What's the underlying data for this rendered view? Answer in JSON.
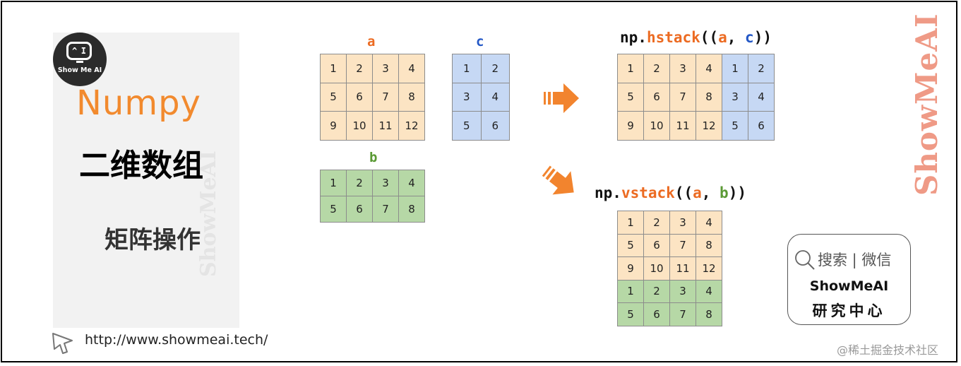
{
  "brand": {
    "logo_text": "Show Me AI",
    "logo_face": {
      "left": "^",
      "right": "I"
    },
    "title": "Numpy",
    "subtitle": "二维数组",
    "topic": "矩阵操作",
    "panel_watermark": "ShowMeAI",
    "url": "http://www.showmeai.tech/"
  },
  "colors": {
    "orange": "#fce4c3",
    "blue": "#c6d8f4",
    "green": "#b6d8a6",
    "accent": "#f28a2e"
  },
  "matrices": {
    "a": {
      "label": "a",
      "color": "o",
      "rows": [
        [
          "1",
          "2",
          "3",
          "4"
        ],
        [
          "5",
          "6",
          "7",
          "8"
        ],
        [
          "9",
          "10",
          "11",
          "12"
        ]
      ]
    },
    "c": {
      "label": "c",
      "color": "b",
      "rows": [
        [
          "1",
          "2"
        ],
        [
          "3",
          "4"
        ],
        [
          "5",
          "6"
        ]
      ]
    },
    "b": {
      "label": "b",
      "color": "g",
      "rows": [
        [
          "1",
          "2",
          "3",
          "4"
        ],
        [
          "5",
          "6",
          "7",
          "8"
        ]
      ]
    },
    "hstack": {
      "rows": [
        [
          "1",
          "2",
          "3",
          "4",
          "1",
          "2"
        ],
        [
          "5",
          "6",
          "7",
          "8",
          "3",
          "4"
        ],
        [
          "9",
          "10",
          "11",
          "12",
          "5",
          "6"
        ]
      ],
      "colors": [
        "o",
        "o",
        "o",
        "o",
        "b",
        "b"
      ]
    },
    "vstack": {
      "rows": [
        [
          "1",
          "2",
          "3",
          "4"
        ],
        [
          "5",
          "6",
          "7",
          "8"
        ],
        [
          "9",
          "10",
          "11",
          "12"
        ],
        [
          "1",
          "2",
          "3",
          "4"
        ],
        [
          "5",
          "6",
          "7",
          "8"
        ]
      ],
      "row_colors": [
        "o",
        "o",
        "o",
        "g",
        "g"
      ]
    }
  },
  "code": {
    "hstack": {
      "prefix": "np.",
      "fn": "hstack",
      "open": "((",
      "arg1": "a",
      "sep": ", ",
      "arg2": "c",
      "close": "))"
    },
    "vstack": {
      "prefix": "np.",
      "fn": "vstack",
      "open": "((",
      "arg1": "a",
      "sep": ", ",
      "arg2": "b",
      "close": "))"
    }
  },
  "watermark": "ShowMeAI",
  "search_card": {
    "search_text": "搜索 | 微信",
    "name": "ShowMeAI",
    "center": "研究中心"
  },
  "credit": "@稀土掘金技术社区"
}
